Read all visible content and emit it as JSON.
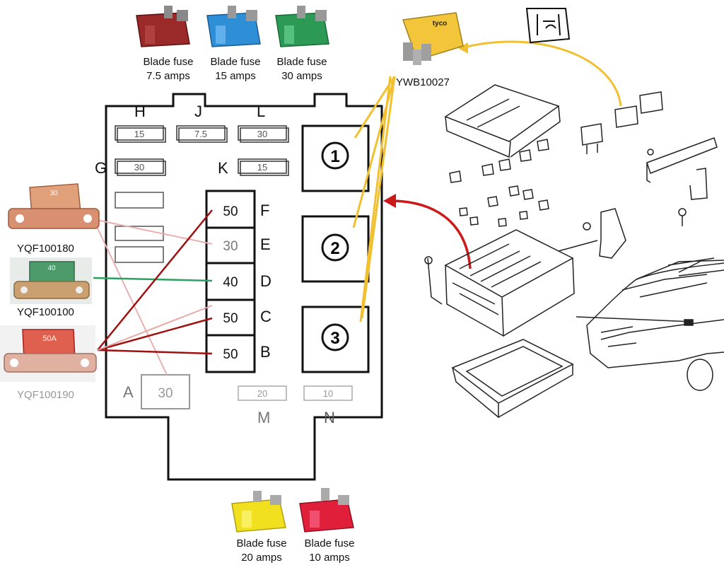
{
  "top_fuses": [
    {
      "label": "Blade fuse",
      "rating": "7.5 amps",
      "color": "#9a2a2a"
    },
    {
      "label": "Blade fuse",
      "rating": "15 amps",
      "color": "#2f8fd6"
    },
    {
      "label": "Blade fuse",
      "rating": "30 amps",
      "color": "#2c9a55"
    }
  ],
  "bottom_fuses": [
    {
      "label": "Blade fuse",
      "rating": "20 amps",
      "color": "#f0e020"
    },
    {
      "label": "Blade fuse",
      "rating": "10 amps",
      "color": "#e0203a"
    }
  ],
  "relay": {
    "part": "YWB10027",
    "brand": "tyco",
    "color": "#f2c53a"
  },
  "maxi_fuses": [
    {
      "part": "YQF100180",
      "value": "30",
      "color": "#e0a079"
    },
    {
      "part": "YQF100100",
      "value": "40",
      "color": "#4d9a6a"
    },
    {
      "part": "YQF100190",
      "value": "50A",
      "color": "#e06050"
    }
  ],
  "box": {
    "letters": {
      "H": "H",
      "J": "J",
      "L": "L",
      "G": "G",
      "K": "K",
      "F": "F",
      "E": "E",
      "D": "D",
      "C": "C",
      "B": "B",
      "A": "A",
      "M": "M",
      "N": "N"
    },
    "fuses": {
      "H": "15",
      "J": "7.5",
      "L": "30",
      "G": "30",
      "K": "15",
      "F": "50",
      "E": "30",
      "D": "40",
      "C": "50",
      "B": "50",
      "A": "30",
      "M": "20",
      "N": "10"
    },
    "relays": [
      "1",
      "2",
      "3"
    ]
  },
  "colors": {
    "relay_link": "#f0c030",
    "arrow_red": "#cc1a1a",
    "dark_red": "#a01010",
    "green_link": "#2ca060",
    "pink_link": "#e8a8a8"
  }
}
